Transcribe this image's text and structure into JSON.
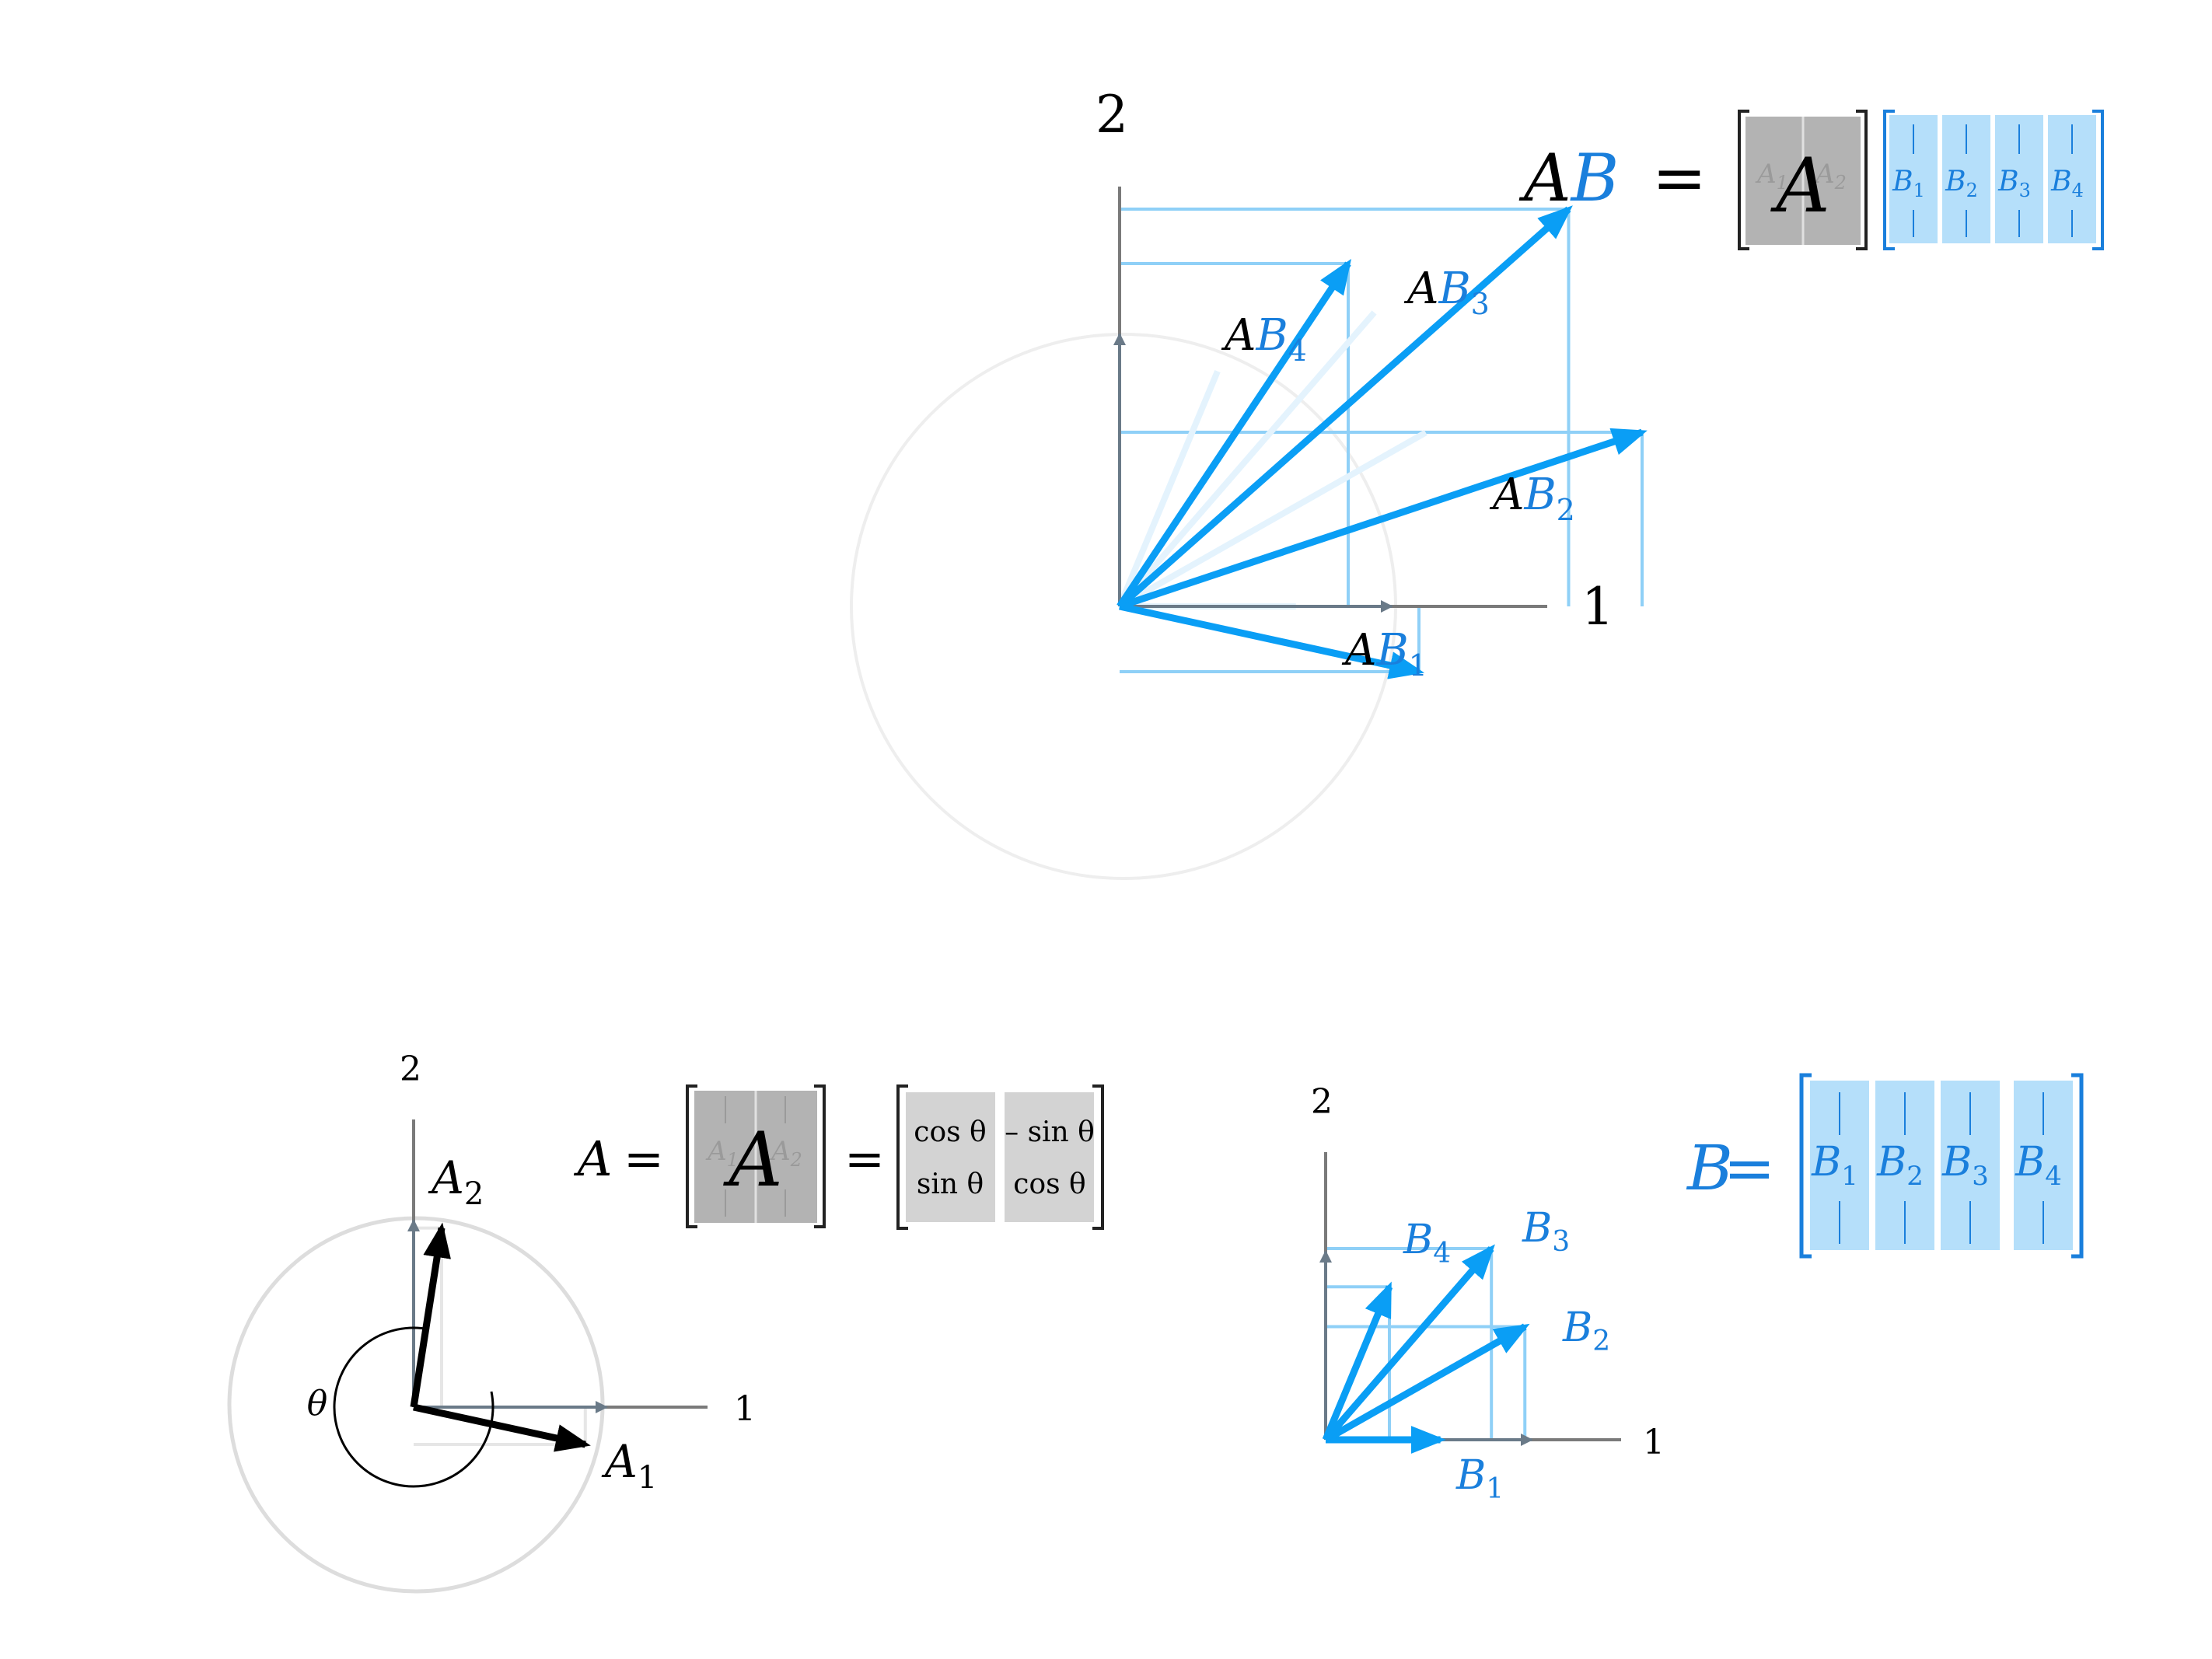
{
  "colors": {
    "blue": "#0a9ef5",
    "blue_text": "#1a7fdc",
    "light_blue_fill": "#b5dffa",
    "gray_fill": "#b3b3b3",
    "light_gray_fill": "#d3d3d3",
    "axis": "#7a7a7a",
    "circle": "#dddddd",
    "black": "#000000"
  },
  "axis_labels": {
    "x": "1",
    "y": "2"
  },
  "labels": {
    "A": "A",
    "B": "B",
    "theta": "θ",
    "equals": "=",
    "sub1": "1",
    "sub2": "2",
    "sub3": "3",
    "sub4": "4",
    "bar": "|"
  },
  "rotation_matrix": {
    "r1c1": "cos θ",
    "r1c2": "– sin θ",
    "r2c1": "sin θ",
    "r2c2": "cos θ"
  },
  "vectors": {
    "A": [
      [
        0.92,
        -0.2
      ],
      [
        0.15,
        0.96
      ]
    ],
    "B": [
      [
        0.72,
        0
      ],
      [
        1.25,
        0.71
      ],
      [
        1.04,
        1.2
      ],
      [
        0.4,
        0.96
      ]
    ],
    "AB": [
      [
        1.1,
        -0.24
      ],
      [
        1.92,
        0.64
      ],
      [
        1.65,
        1.46
      ],
      [
        0.84,
        1.26
      ]
    ]
  }
}
